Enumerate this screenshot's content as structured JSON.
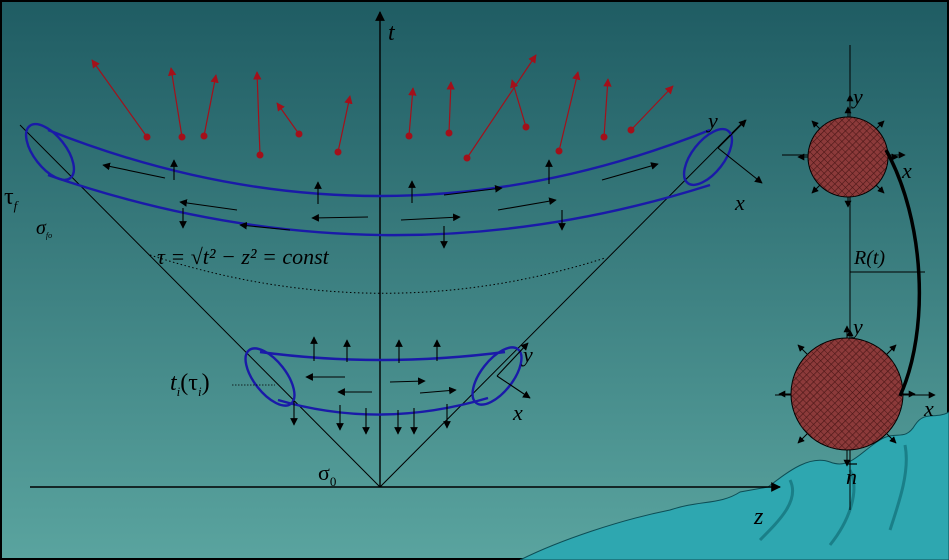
{
  "labels": {
    "t_axis": "t",
    "z_axis": "z",
    "tau_f": "τ",
    "tau_f_sub": "f",
    "sigma_fo": "σ",
    "sigma_fo_sub": "fo",
    "sigma_0": "σ",
    "sigma_0_sub": "0",
    "hyperbola_eq": "τ = √t² − z² = const",
    "ti_main": "t",
    "ti_sub": "i",
    "ti_arg": "(τ",
    "ti_arg_sub": "i",
    "ti_close": ")",
    "upper_x": "x",
    "upper_y": "y",
    "lower_x": "x",
    "lower_y": "y",
    "disk_top_x": "x",
    "disk_top_y": "y",
    "disk_bottom_x": "x",
    "disk_bottom_y": "y",
    "radius": "R(t)",
    "normal": "n"
  },
  "colors": {
    "background_top": "#1f5c63",
    "background_bottom": "#5aa49f",
    "tube": "#1a1aa8",
    "particle": "#a3101a",
    "disk_fill": "#8c3a3a",
    "mountain": "#2ea7b0"
  }
}
